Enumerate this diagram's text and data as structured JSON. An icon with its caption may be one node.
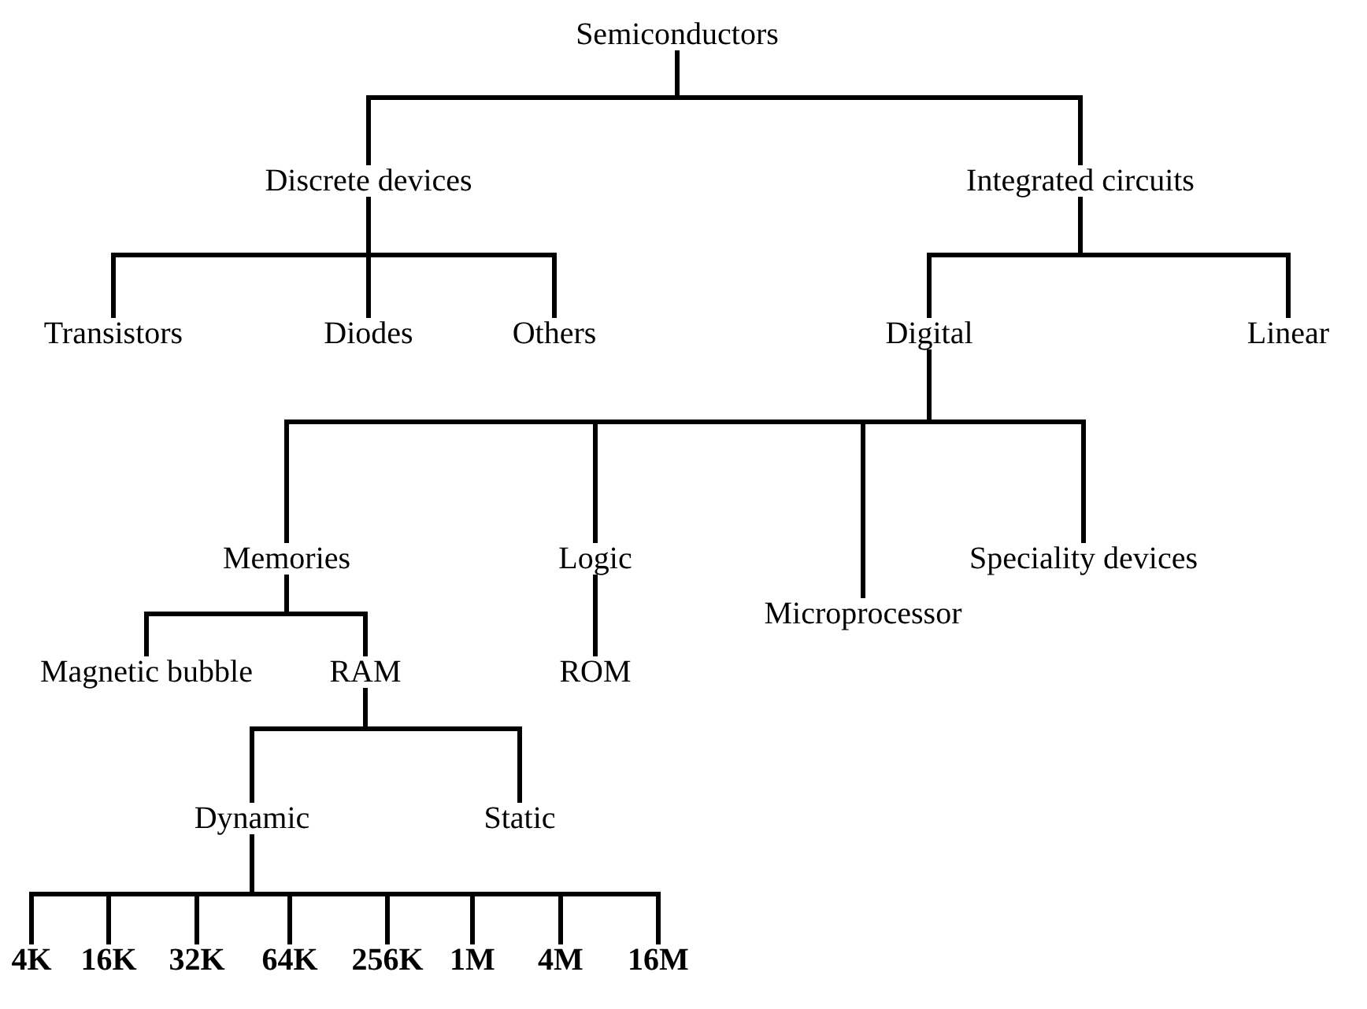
{
  "diagram": {
    "nodes": [
      {
        "text": [
          "Semiconductors"
        ]
      },
      {
        "text": [
          "Discrete devices"
        ]
      },
      {
        "text": [
          "Integrated circuits"
        ]
      },
      {
        "text": [
          "Transistors"
        ]
      },
      {
        "text": [
          "Diodes"
        ]
      },
      {
        "text": [
          "Others"
        ]
      },
      {
        "text": [
          "Digital"
        ]
      },
      {
        "text": [
          "Linear"
        ]
      },
      {
        "text": [
          "Memories"
        ]
      },
      {
        "text": [
          "Logic"
        ]
      },
      {
        "text": [
          "Speciality devices"
        ]
      },
      {
        "text": [
          "Microprocessor"
        ]
      },
      {
        "text": [
          "Magnetic bubble"
        ]
      },
      {
        "text": [
          "RAM"
        ]
      },
      {
        "text": [
          "ROM"
        ]
      },
      {
        "text": [
          "Dynamic"
        ]
      },
      {
        "text": [
          "Static"
        ]
      },
      {
        "text": [
          "4K"
        ]
      },
      {
        "text": [
          "16K"
        ]
      },
      {
        "text": [
          "32K"
        ]
      },
      {
        "text": [
          "64K"
        ]
      },
      {
        "text": [
          "256K"
        ]
      },
      {
        "text": [
          "1M"
        ]
      },
      {
        "text": [
          "4M"
        ]
      },
      {
        "text": [
          "16M"
        ]
      }
    ],
    "edges": [
      {
        "from": 0,
        "to": 1,
        "arrow": "none"
      },
      {
        "from": 0,
        "to": 2,
        "arrow": "none"
      },
      {
        "from": 1,
        "to": 3,
        "arrow": "none"
      },
      {
        "from": 1,
        "to": 4,
        "arrow": "none"
      },
      {
        "from": 1,
        "to": 5,
        "arrow": "none"
      },
      {
        "from": 2,
        "to": 6,
        "arrow": "none"
      },
      {
        "from": 2,
        "to": 7,
        "arrow": "none"
      },
      {
        "from": 6,
        "to": 8,
        "arrow": "none"
      },
      {
        "from": 6,
        "to": 9,
        "arrow": "none"
      },
      {
        "from": 6,
        "to": 11,
        "arrow": "none"
      },
      {
        "from": 6,
        "to": 10,
        "arrow": "none"
      },
      {
        "from": 8,
        "to": 12,
        "arrow": "none"
      },
      {
        "from": 8,
        "to": 13,
        "arrow": "none"
      },
      {
        "from": 9,
        "to": 14,
        "arrow": "none"
      },
      {
        "from": 13,
        "to": 15,
        "arrow": "none"
      },
      {
        "from": 13,
        "to": 16,
        "arrow": "none"
      },
      {
        "from": 15,
        "to": 17,
        "arrow": "none"
      },
      {
        "from": 15,
        "to": 18,
        "arrow": "none"
      },
      {
        "from": 15,
        "to": 19,
        "arrow": "none"
      },
      {
        "from": 15,
        "to": 20,
        "arrow": "none"
      },
      {
        "from": 15,
        "to": 21,
        "arrow": "none"
      },
      {
        "from": 15,
        "to": 22,
        "arrow": "none"
      },
      {
        "from": 15,
        "to": 23,
        "arrow": "none"
      },
      {
        "from": 15,
        "to": 24,
        "arrow": "none"
      }
    ]
  }
}
